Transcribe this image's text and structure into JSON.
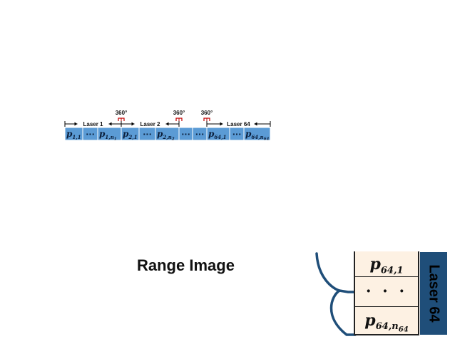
{
  "scan_strip": {
    "marker_label": "360°",
    "laser_labels": [
      "Laser 1",
      "Laser 2",
      "Laser 64"
    ],
    "cells": [
      {
        "base": "p",
        "sub": "1,1"
      },
      {
        "dots": "···"
      },
      {
        "base": "p",
        "sub": "1,n",
        "subsub": "1"
      },
      {
        "base": "p",
        "sub": "2,1"
      },
      {
        "dots": "···"
      },
      {
        "base": "p",
        "sub": "2,n",
        "subsub": "2"
      },
      {
        "dots": "···"
      },
      {
        "dots": "···"
      },
      {
        "base": "p",
        "sub": "64,1"
      },
      {
        "dots": "···"
      },
      {
        "base": "p",
        "sub": "64,n",
        "subsub": "64"
      }
    ],
    "colors": {
      "cell_fill": "#5b9bd5",
      "marker": "#c00000"
    }
  },
  "range_image": {
    "title": "Range Image",
    "cells": [
      {
        "base": "p",
        "sub": "64,1"
      },
      {
        "dots": "· · ·"
      },
      {
        "base": "p",
        "sub": "64,n",
        "subsub": "64"
      }
    ],
    "laser_label": "Laser 64",
    "colors": {
      "cell_fill": "#fdf1e3",
      "label_fill": "#1f4e79",
      "brace": "#1f4e79"
    }
  }
}
